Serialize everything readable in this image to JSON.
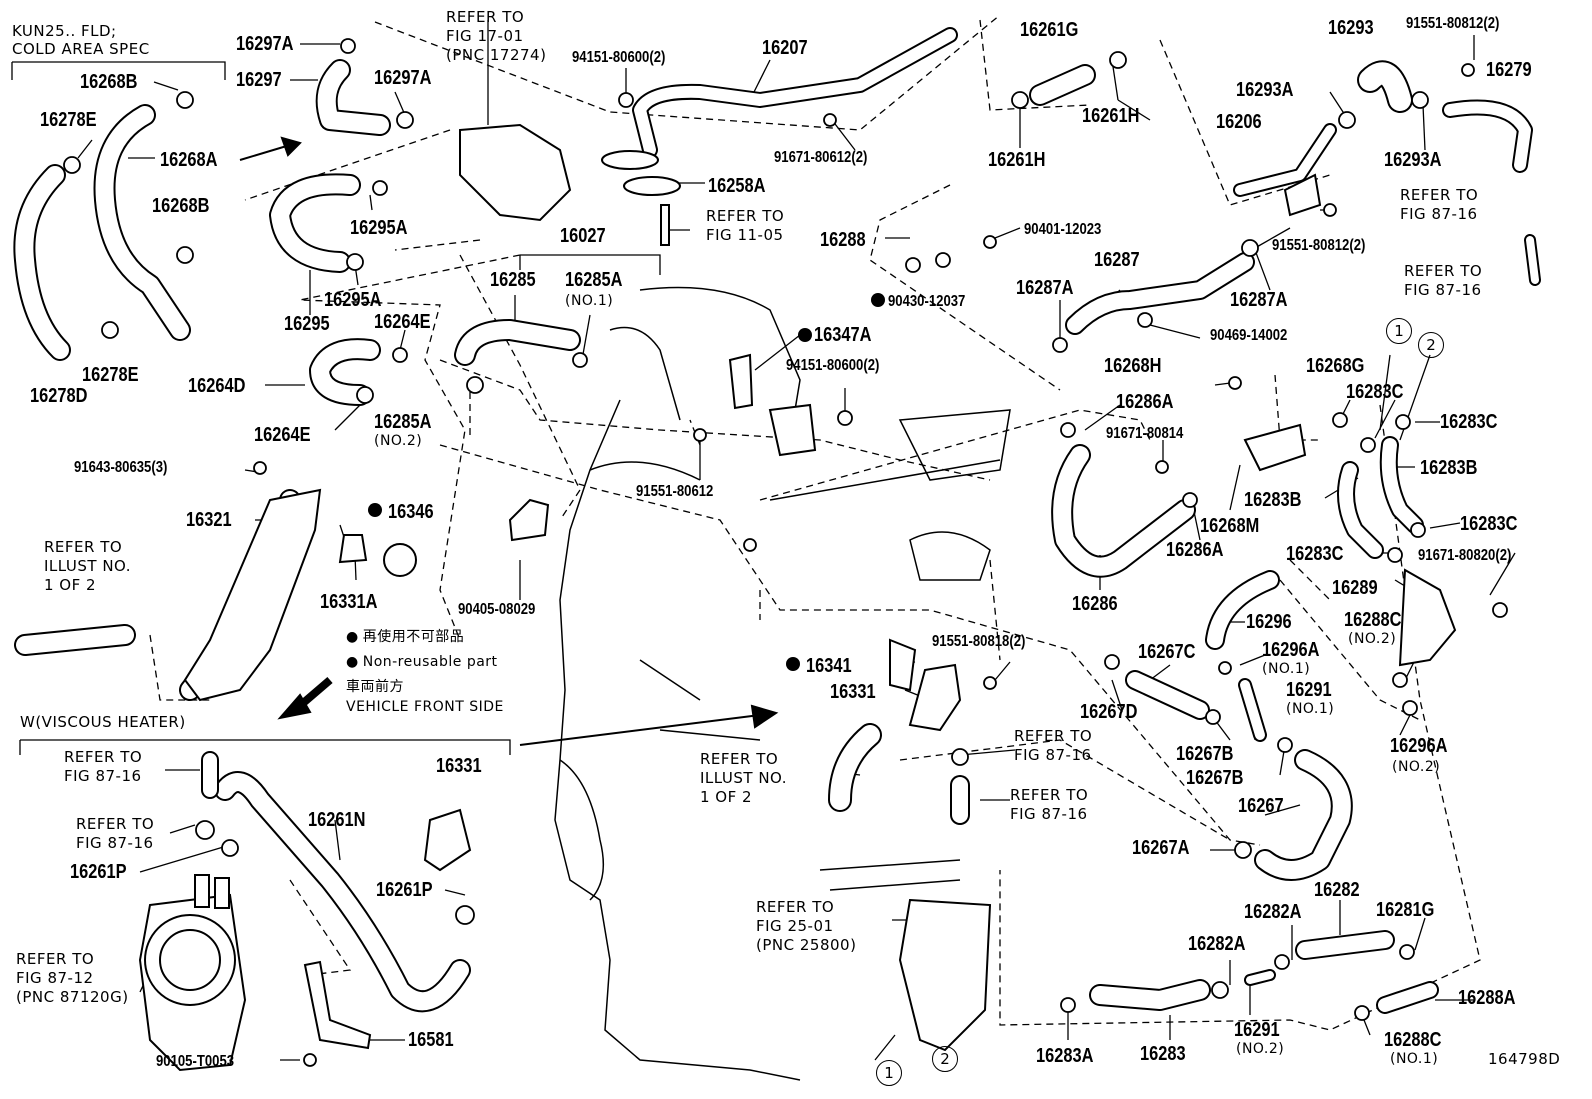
{
  "header_note": [
    "KUN25.. FLD;",
    "COLD AREA SPEC"
  ],
  "figure_id": "164798D",
  "viscous_title": "W(VISCOUS HEATER)",
  "legend": {
    "jp": "再使用不可部品",
    "en": "Non-reusable part",
    "front_jp": "車両前方",
    "front_en": "VEHICLE FRONT SIDE"
  },
  "parts": {
    "p16297A_a": "16297A",
    "p16297": "16297",
    "p16297A_b": "16297A",
    "p16268B_a": "16268B",
    "p16278E_a": "16278E",
    "p16268A": "16268A",
    "p16268B_b": "16268B",
    "p16278E_b": "16278E",
    "p16278D": "16278D",
    "p16295A_a": "16295A",
    "p16295A_b": "16295A",
    "p16295": "16295",
    "p16264E_a": "16264E",
    "p16264D": "16264D",
    "p16264E_b": "16264E",
    "p16285A_no2": "16285A",
    "p91643": "91643-80635(3)",
    "p16321": "16321",
    "p16346": "16346",
    "p16331A": "16331A",
    "p90405": "90405-08029",
    "p16027": "16027",
    "p16285": "16285",
    "p16285A_no1": "16285A",
    "p94151_a": "94151-80600(2)",
    "p16207": "16207",
    "p91671_a": "91671-80612(2)",
    "p16258A": "16258A",
    "p16288": "16288",
    "p90401": "90401-12023",
    "p90430": "90430-12037",
    "p16347A": "16347A",
    "p94151_b": "94151-80600(2)",
    "p91551_a": "91551-80612",
    "p16261G": "16261G",
    "p16261H_a": "16261H",
    "p16261H_b": "16261H",
    "p16293": "16293",
    "p91551_b": "91551-80812(2)",
    "p16279": "16279",
    "p16293A_a": "16293A",
    "p16206": "16206",
    "p16293A_b": "16293A",
    "p91551_c": "91551-80812(2)",
    "p16287": "16287",
    "p16287A_a": "16287A",
    "p16287A_b": "16287A",
    "p90469": "90469-14002",
    "p16268H": "16268H",
    "p16268G": "16268G",
    "p16283C_a": "16283C",
    "p16283C_b": "16283C",
    "p16286A_a": "16286A",
    "p91671_b": "91671-80814",
    "p16283B_a": "16283B",
    "p16283B_b": "16283B",
    "p16268M": "16268M",
    "p16283C_c": "16283C",
    "p16286A_b": "16286A",
    "p16283C_d": "16283C",
    "p91671_c": "91671-80820(2)",
    "p16286": "16286",
    "p16289": "16289",
    "p16296": "16296",
    "p16288C_no2": "16288C",
    "p16296A_no1": "16296A",
    "p16267C": "16267C",
    "p91551_d": "91551-80818(2)",
    "p16341": "16341",
    "p16331": "16331",
    "p16291_no1": "16291",
    "p16267D": "16267D",
    "p16267B_a": "16267B",
    "p16267B_b": "16267B",
    "p16296A_no2": "16296A",
    "p16267": "16267",
    "p16267A": "16267A",
    "p16282": "16282",
    "p16282A_a": "16282A",
    "p16281G": "16281G",
    "p16282A_b": "16282A",
    "p16288A": "16288A",
    "p16291_no2": "16291",
    "p16288C_no1": "16288C",
    "p16283A": "16283A",
    "p16283": "16283",
    "p16261N": "16261N",
    "p16331_v": "16331",
    "p16261P_a": "16261P",
    "p16261P_b": "16261P",
    "p16581": "16581",
    "p90105": "90105-T0053"
  },
  "subs": {
    "no1_a": "(NO.1)",
    "no2_a": "(NO.2)",
    "no2_b": "(NO.2)",
    "no1_b": "(NO.1)",
    "no1_c": "(NO.1)",
    "no2_c": "(NO.2)",
    "no2_d": "(NO.2)",
    "no1_d": "(NO.1)"
  },
  "refs": {
    "r17": [
      "REFER TO",
      "FIG 17-01",
      "(PNC 17274)"
    ],
    "r11": [
      "REFER TO",
      "FIG 11-05"
    ],
    "r8716_a": [
      "REFER TO",
      "FIG 87-16"
    ],
    "r8716_b": [
      "REFER TO",
      "FIG 87-16"
    ],
    "illust_a": [
      "REFER TO",
      "ILLUST NO.",
      "1 OF 2"
    ],
    "r8716_c": [
      "REFER TO",
      "FIG 87-16"
    ],
    "r8716_d": [
      "REFER TO",
      "FIG 87-16"
    ],
    "illust_b": [
      "REFER TO",
      "ILLUST NO.",
      "1 OF 2"
    ],
    "r8716_e": [
      "REFER TO",
      "FIG 87-16"
    ],
    "r8716_f": [
      "REFER TO",
      "FIG 87-16"
    ],
    "r8712": [
      "REFER TO",
      "FIG 87-12",
      "(PNC 87120G)"
    ],
    "r25": [
      "REFER TO",
      "FIG 25-01",
      "(PNC 25800)"
    ]
  },
  "circles": {
    "c1_top": "1",
    "c2_top": "2",
    "c1_bot": "1",
    "c2_bot": "2"
  }
}
